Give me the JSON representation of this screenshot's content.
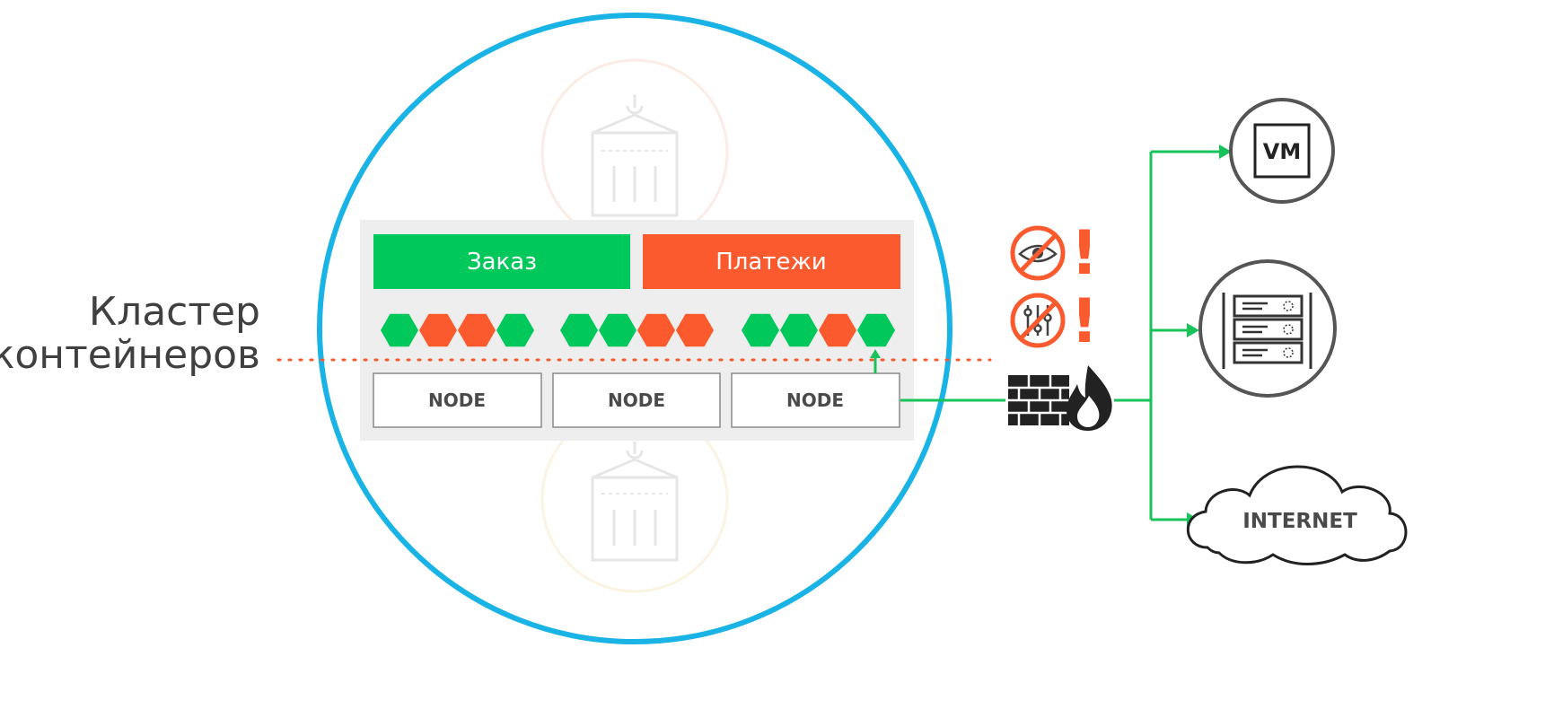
{
  "labels": {
    "cluster_line1": "Кластер",
    "cluster_line2": "контейнеров",
    "service_order": "Заказ",
    "service_payments": "Платежи",
    "node_1": "NODE",
    "node_2": "NODE",
    "node_3": "NODE",
    "vm": "VM",
    "internet": "INTERNET",
    "alert_1": "!",
    "alert_2": "!"
  },
  "pod_groups": [
    [
      "green",
      "orange",
      "orange",
      "green"
    ],
    [
      "green",
      "green",
      "orange",
      "orange"
    ],
    [
      "green",
      "green",
      "orange",
      "green"
    ]
  ],
  "colors": {
    "green": "#00c85a",
    "orange": "#fb5a2e",
    "circle": "#1ab3e6",
    "connector": "#19c25a",
    "panel": "#eeeeee",
    "dark_icon": "#404040"
  },
  "icons": {
    "no_monitoring": "crossed-eye-icon",
    "no_control": "crossed-sliders-icon",
    "firewall": "firewall-icon",
    "vm": "vm-icon",
    "servers": "server-rack-icon",
    "internet": "cloud-icon"
  }
}
